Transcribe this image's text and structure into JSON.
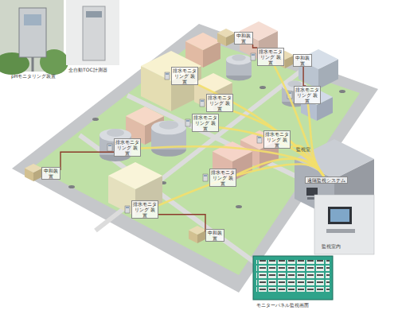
{
  "diagram": {
    "nodes": [
      {
        "text": [
          "中和装置"
        ]
      },
      {
        "text": [
          "排水モニタリング 装置"
        ]
      },
      {
        "text": [
          "中和装置"
        ]
      },
      {
        "text": [
          "排水モニタリング 装置"
        ]
      },
      {
        "text": [
          "排水モニタリング 装置"
        ]
      },
      {
        "text": [
          "排水モニタリング 装置"
        ]
      },
      {
        "text": [
          "排水モニタリング 装置"
        ]
      },
      {
        "text": [
          "排水モニタリング 装置"
        ]
      },
      {
        "text": [
          "排水モニタリング 装置"
        ]
      },
      {
        "text": [
          "中和装置"
        ]
      },
      {
        "text": [
          "排水モニタリング 装置"
        ]
      },
      {
        "text": [
          "遠隔監視システム"
        ]
      },
      {
        "text": [
          "排水モニタリング 装置"
        ]
      },
      {
        "text": [
          "中和装置"
        ]
      }
    ],
    "edges": [
      {
        "from": 1,
        "to": 11,
        "arrow": "none"
      },
      {
        "from": 3,
        "to": 11,
        "arrow": "none"
      },
      {
        "from": 4,
        "to": 11,
        "arrow": "none"
      },
      {
        "from": 5,
        "to": 11,
        "arrow": "none"
      },
      {
        "from": 6,
        "to": 11,
        "arrow": "none"
      },
      {
        "from": 7,
        "to": 11,
        "arrow": "none"
      },
      {
        "from": 8,
        "to": 11,
        "arrow": "none"
      },
      {
        "from": 10,
        "to": 11,
        "arrow": "none"
      },
      {
        "from": 12,
        "to": 11,
        "arrow": "none"
      },
      {
        "from": 0,
        "to": 1,
        "arrow": "none"
      },
      {
        "from": 2,
        "to": 4,
        "arrow": "none"
      },
      {
        "from": 9,
        "to": 8,
        "arrow": "none"
      },
      {
        "from": 13,
        "to": 12,
        "arrow": "none"
      }
    ],
    "labels": [
      "pHモニタリング装置",
      "全自動TOC計測器",
      "監視室",
      "監視室内",
      "モニターパネル監視画面"
    ]
  }
}
